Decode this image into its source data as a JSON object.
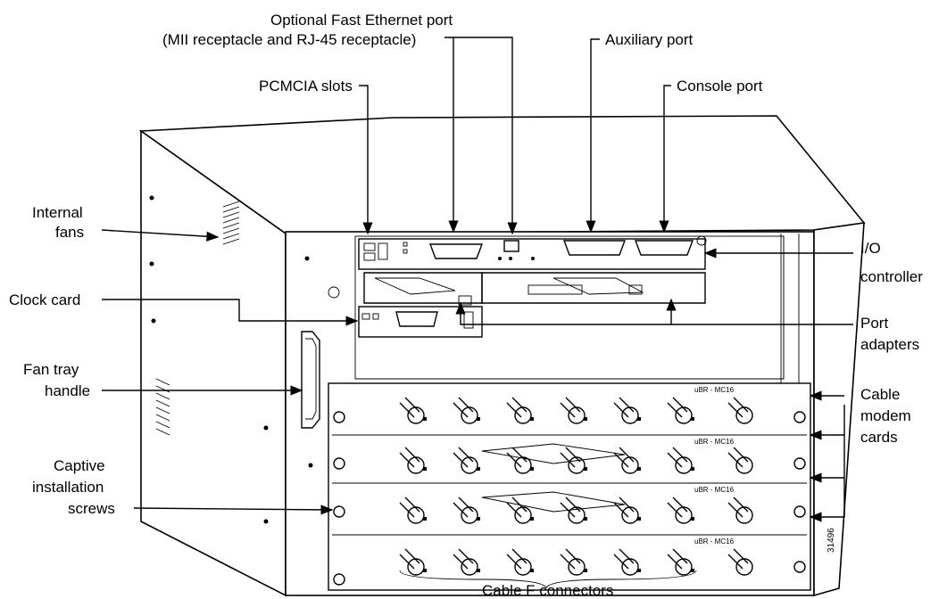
{
  "labels": {
    "fast_ethernet_line1": "Optional Fast Ethernet port",
    "fast_ethernet_line2": "(MII receptacle and RJ-45 receptacle)",
    "auxiliary_port": "Auxiliary port",
    "pcmcia_slots": "PCMCIA slots",
    "console_port": "Console port",
    "internal_fans_line1": "Internal",
    "internal_fans_line2": "fans",
    "io_controller_line1": "I/O",
    "io_controller_line2": "controller",
    "clock_card": "Clock card",
    "port_adapters_line1": "Port",
    "port_adapters_line2": "adapters",
    "fan_tray_line1": "Fan tray",
    "fan_tray_line2": "handle",
    "cable_modem_line1": "Cable",
    "cable_modem_line2": "modem",
    "cable_modem_line3": "cards",
    "captive_line1": "Captive",
    "captive_line2": "installation",
    "captive_line3": "screws",
    "cable_f_connectors": "Cable F connectors"
  },
  "card_model": "uBR - MC16",
  "figure_number": "31496"
}
